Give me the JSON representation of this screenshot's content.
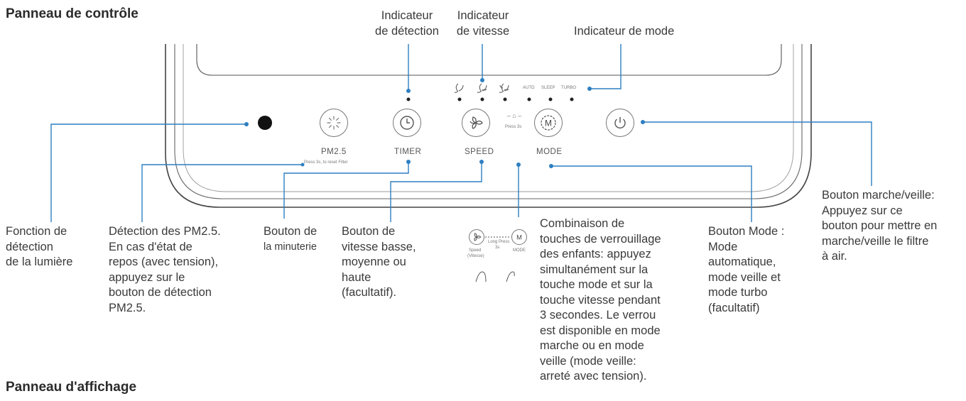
{
  "colors": {
    "callout": "#2d7fc1",
    "outline": "#555555",
    "text": "#3a3a3a"
  },
  "headings": {
    "control_panel": "Panneau de contrôle",
    "display_panel": "Panneau d'affichage"
  },
  "top_callouts": {
    "detection_indicator": [
      "Indicateur",
      "de détection"
    ],
    "speed_indicator": [
      "Indicateur",
      "de vitesse"
    ],
    "mode_indicator": "Indicateur de mode"
  },
  "panel": {
    "mode_labels": [
      "AUTO",
      "SLEEP",
      "TURBO"
    ],
    "buttons": {
      "pm25": "PM2.5",
      "pm25_hint": "Press 3s, to reset Filter",
      "timer": "TIMER",
      "speed": "SPEED",
      "mode": "MODE",
      "lock_hint": "Press 3s"
    },
    "icons": [
      "light-sensor-dot",
      "pm25-icon",
      "clock-icon",
      "fan-icon",
      "m-icon",
      "power-icon",
      "lock-icon"
    ]
  },
  "mini_diagram": {
    "speed_label": "Speed",
    "speed_sub": "(Vitesse)",
    "middle_label": "Long Press",
    "middle_sub": "3s",
    "mode_label": "MODE"
  },
  "descriptions": {
    "light": [
      "Fonction de",
      "détection",
      "de la lumière"
    ],
    "pm25": [
      "Détection des PM2.5.",
      "En cas d'état de",
      "repos (avec tension),",
      "appuyez sur le",
      "bouton de détection",
      "PM2.5."
    ],
    "timer": [
      "Bouton de",
      "la minuterie"
    ],
    "speed": [
      "Bouton de",
      "vitesse basse,",
      "moyenne ou",
      "haute",
      "(facultatif)."
    ],
    "lock": [
      "Combinaison de",
      "touches de verrouillage",
      "des enfants: appuyez",
      "simultanément sur la",
      "touche mode et sur la",
      "touche vitesse pendant",
      "3 secondes. Le verrou",
      "est disponible en mode",
      "marche ou en mode",
      "veille (mode veille:",
      "arreté avec tension)."
    ],
    "mode": [
      "Bouton Mode :",
      "Mode",
      "automatique,",
      "mode veille et",
      "mode turbo",
      "(facultatif)"
    ],
    "power": [
      "Bouton marche/veille:",
      "Appuyez sur ce",
      "bouton pour mettre en",
      "marche/veille le filtre",
      "à air."
    ]
  }
}
